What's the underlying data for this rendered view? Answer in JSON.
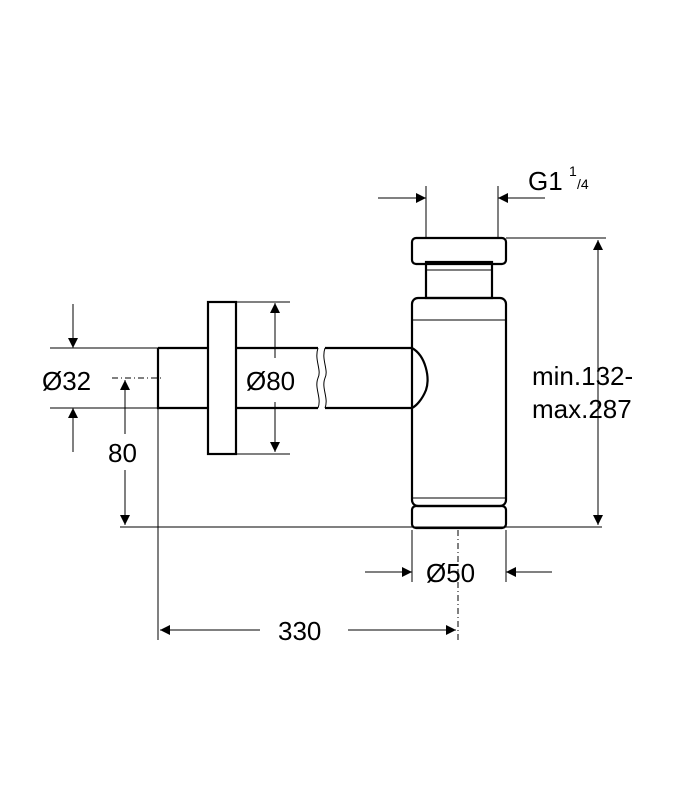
{
  "drawing": {
    "labels": {
      "thread_main": "G1",
      "thread_num": "1",
      "thread_den": "/4",
      "height_line1": "min.132-",
      "height_line2": "max.287",
      "dia_pipe": "Ø32",
      "dia_rosette": "Ø80",
      "dia_trap": "Ø50",
      "height_wall": "80",
      "projection": "330"
    },
    "style": {
      "line_color": "#000000",
      "background": "#ffffff"
    }
  }
}
